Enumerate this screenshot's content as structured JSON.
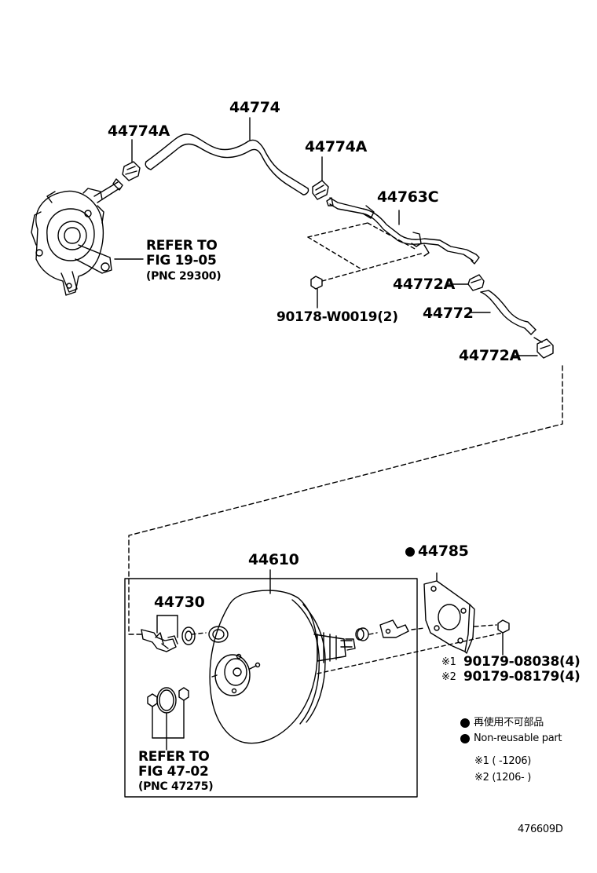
{
  "labels": {
    "p44774A_top": "44774A",
    "p44774": "44774",
    "p44774A_mid": "44774A",
    "p44763C": "44763C",
    "refer1_line1": "REFER TO",
    "refer1_line2": "FIG 19-05",
    "refer1_line3": "(PNC 29300)",
    "p90178": "90178-W0019(2)",
    "p44772A_top": "44772A",
    "p44772": "44772",
    "p44772A_bot": "44772A",
    "p44610": "44610",
    "p44785": "44785",
    "p44730": "44730",
    "p90179_1": "90179-08038(4)",
    "p90179_2": "90179-08179(4)",
    "mark1": "※1",
    "mark2": "※2",
    "refer2_line1": "REFER TO",
    "refer2_line2": "FIG 47-02",
    "refer2_line3": "(PNC 47275)",
    "legend_jp": "再使用不可部品",
    "legend_en": "Non-reusable part",
    "note1": "※1 (      -1206)",
    "note2": "※2 (1206-      )",
    "figure_id": "476609D"
  }
}
